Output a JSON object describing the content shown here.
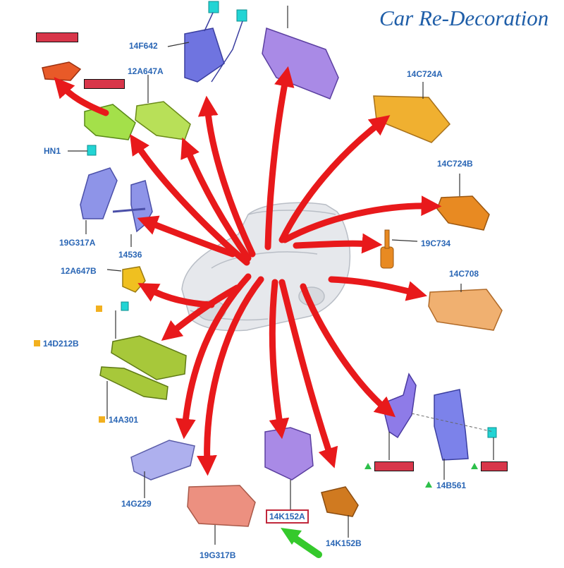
{
  "brand": "Car Re-Decoration",
  "labels": {
    "l14F642": "14F642",
    "l12A647A": "12A647A",
    "lHN1": "HN1",
    "l19G317A": "19G317A",
    "l14536": "14536",
    "l12A647B": "12A647B",
    "l14D212B": "14D212B",
    "l14A301": "14A301",
    "l14G229": "14G229",
    "l19G317B": "19G317B",
    "l14K152A": "14K152A",
    "l14K152B": "14K152B",
    "l14B561": "14B561",
    "l14C708": "14C708",
    "l19C734": "19C734",
    "l14C724B": "14C724B",
    "l14C724A": "14C724A"
  },
  "colors": {
    "arrow": "#e8191b",
    "label": "#2a66b5",
    "pointer": "#35c92c",
    "square_marker": "#f2b01f",
    "triangle_marker": "#2dbf4a"
  }
}
